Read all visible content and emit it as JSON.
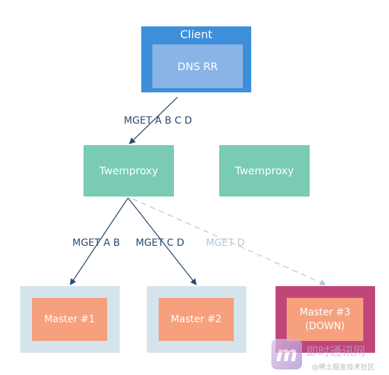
{
  "client": {
    "label": "Client",
    "inner_label": "DNS RR"
  },
  "proxies": [
    {
      "label": "Twemproxy"
    },
    {
      "label": "Twemproxy"
    }
  ],
  "edges": {
    "client_to_proxy": "MGET A B C D",
    "proxy_to_master1": "MGET A B",
    "proxy_to_master2": "MGET C D",
    "proxy_to_master3": "MGET D"
  },
  "masters": [
    {
      "line1": "Master #1",
      "line2": ""
    },
    {
      "line1": "Master #2",
      "line2": ""
    },
    {
      "line1": "Master #3",
      "line2": "(DOWN)"
    }
  ],
  "colors": {
    "client": "#3d8fdc",
    "dns": "#8ab4e6",
    "proxy": "#79ccb3",
    "master": "#f7a07e",
    "master_frame": "#d5e4ec",
    "down_frame": "#c0467a",
    "edge": "#27496d",
    "edge_faded": "#b8c8d6"
  },
  "watermark": {
    "logo_glyph": "m",
    "text": "即时通讯网",
    "sub": "@稀土掘金技术社区"
  }
}
